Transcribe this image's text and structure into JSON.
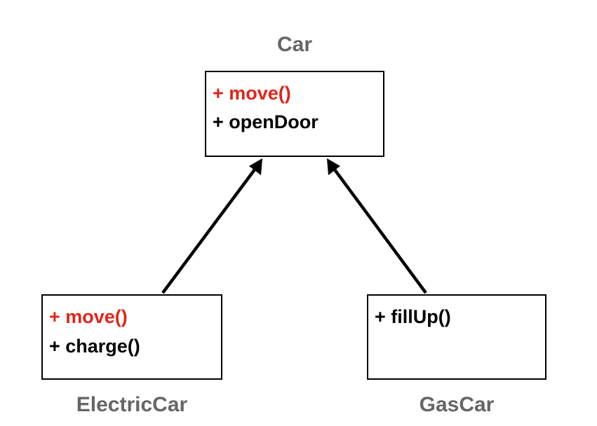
{
  "colors": {
    "background": "#ffffff",
    "class_name": "#666666",
    "border": "#000000",
    "member_default": "#000000",
    "member_overridden": "#e0251b"
  },
  "classes": {
    "car": {
      "name": "Car",
      "members": [
        {
          "text": "+ move()",
          "highlight": true
        },
        {
          "text": "+ openDoor",
          "highlight": false
        }
      ]
    },
    "electric_car": {
      "name": "ElectricCar",
      "members": [
        {
          "text": "+ move()",
          "highlight": true
        },
        {
          "text": "+ charge()",
          "highlight": false
        }
      ]
    },
    "gas_car": {
      "name": "GasCar",
      "members": [
        {
          "text": "+ fillUp()",
          "highlight": false
        }
      ]
    }
  },
  "relations": [
    {
      "from": "ElectricCar",
      "to": "Car",
      "type": "inheritance"
    },
    {
      "from": "GasCar",
      "to": "Car",
      "type": "inheritance"
    }
  ]
}
